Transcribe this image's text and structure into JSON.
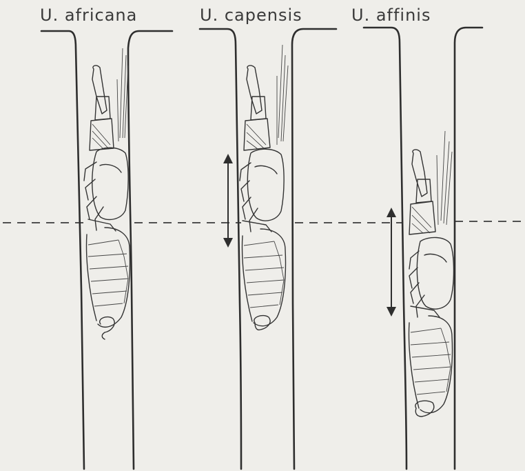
{
  "labels": {
    "species_1": "U. africana",
    "species_2": "U. capensis",
    "species_3": "U. affinis"
  },
  "colors": {
    "background": "#efeeea",
    "ink": "#2e2e2e"
  }
}
